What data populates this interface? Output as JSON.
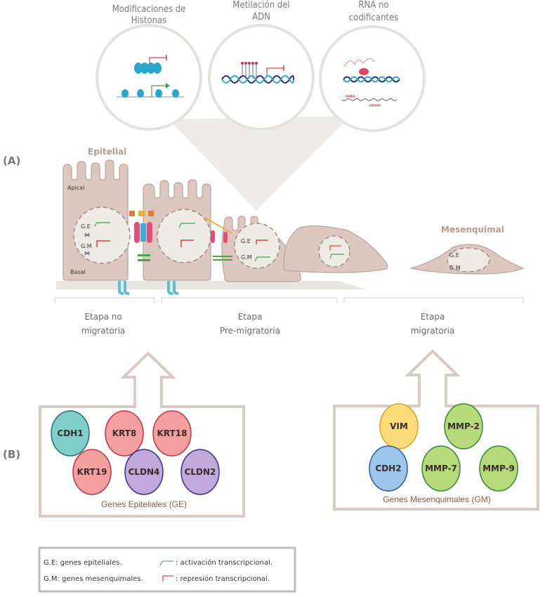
{
  "mechanisms": [
    {
      "title_line1": "Modificaciones de",
      "title_line2": "Histonas"
    },
    {
      "title_line1": "Metilación del",
      "title_line2": "ADN"
    },
    {
      "title_line1": "RNA no",
      "title_line2": "codificantes"
    }
  ],
  "panel_labels": {
    "a": "(A)",
    "b": "(B)"
  },
  "cells": {
    "epithelial_label": "Epitelial",
    "mesenchymal_label": "Mesenquimal",
    "apical": "Apical",
    "basal": "Basal",
    "ge": "G.E",
    "gm": "G.M"
  },
  "stages": [
    {
      "line1": "Etapa no",
      "line2": "migratoria"
    },
    {
      "line1": "Etapa",
      "line2": "Pre-migratoria"
    },
    {
      "line1": "Etapa",
      "line2": "migratoria"
    }
  ],
  "epithelial_genes": {
    "caption": "Genes Epiteliales (GE)",
    "genes": [
      {
        "name": "CDH1",
        "color": "#7ecfca"
      },
      {
        "name": "KRT8",
        "color": "#f4a0a0"
      },
      {
        "name": "KRT18",
        "color": "#f4a0a0"
      },
      {
        "name": "KRT19",
        "color": "#f4a0a0"
      },
      {
        "name": "CLDN4",
        "color": "#c2a9dc"
      },
      {
        "name": "CLDN2",
        "color": "#c2a9dc"
      }
    ]
  },
  "mesenchymal_genes": {
    "caption": "Genes Mesenquimales (GM)",
    "genes": [
      {
        "name": "VIM",
        "color": "#fadc78"
      },
      {
        "name": "MMP-2",
        "color": "#b6d97a"
      },
      {
        "name": "CDH2",
        "color": "#9cc6ec"
      },
      {
        "name": "MMP-7",
        "color": "#b6d97a"
      },
      {
        "name": "MMP-9",
        "color": "#b6d97a"
      }
    ]
  },
  "legend": {
    "ge": "G.E: genes epiteliales.",
    "gm": "G.M: genes mesenquimales.",
    "activation": ": activación transcripcional.",
    "repression": ": represión  transcripcional."
  },
  "colors": {
    "activation": "#3aa34a",
    "repression": "#d9443c",
    "cell": "#dcc8c0",
    "box_border": "#d9cbc3"
  }
}
